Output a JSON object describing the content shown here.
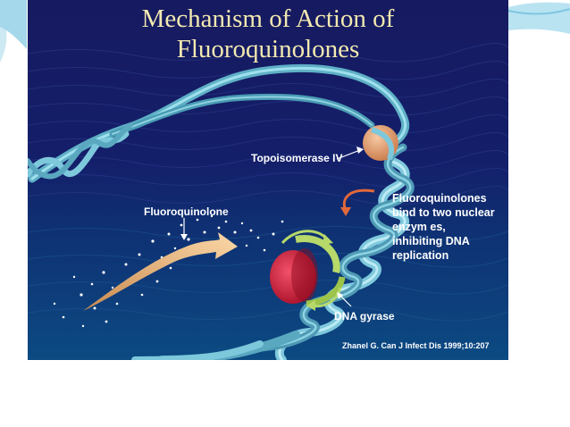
{
  "slide": {
    "title_line1": "Mechanism of Action of",
    "title_line2": "Fluoroquinolones"
  },
  "labels": {
    "topoisomerase": "Topoisomerase IV",
    "fluoroquinolone": "Fluoroquinolone",
    "dna_gyrase": "DNA gyrase",
    "description": [
      "Fluoroquinolones",
      "bind to two nuclear",
      "enzym es,",
      "inhibiting DNA",
      "replication"
    ]
  },
  "citation": "Zhanel G. Can J Infect Dis 1999;10:207",
  "colors": {
    "slide_bg_top": "#131a5e",
    "slide_bg_bottom": "#0d3e7a",
    "title": "#f3e9b0",
    "dna_strand": "#7ec8dc",
    "topoisomerase_enzyme": "#e8a77a",
    "gyrase_enzyme": "#d81e3a",
    "gyrase_ring": "#b6d96a",
    "drug_arrow": "#f4c28c",
    "accent_arrow": "#e2683a"
  }
}
